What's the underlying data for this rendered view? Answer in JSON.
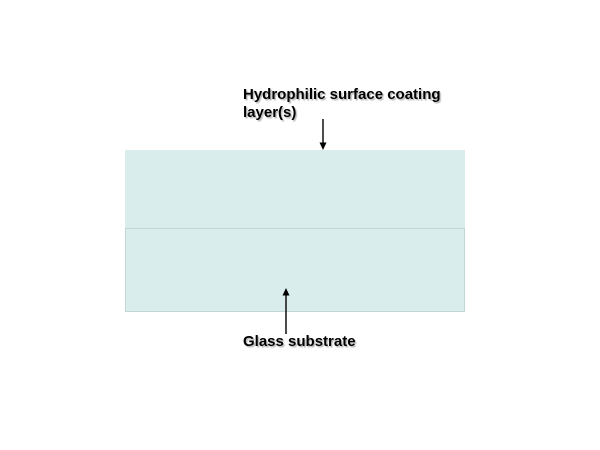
{
  "diagram": {
    "labels": {
      "coating_line1": "Hydrophilic surface coating",
      "coating_line2": "layer(s)",
      "substrate": "Glass substrate"
    },
    "layers": [
      {
        "name": "hydrophilic-surface-coating-layer"
      },
      {
        "name": "glass-substrate-layer"
      }
    ],
    "icons": {
      "down_arrow": "arrow-down-icon",
      "up_arrow": "arrow-up-icon"
    },
    "colors": {
      "background": "#ffffff",
      "layer_fill": "#d9eeec",
      "layer_border": "#c3d5d4",
      "text": "#000000",
      "arrow": "#000000"
    }
  }
}
